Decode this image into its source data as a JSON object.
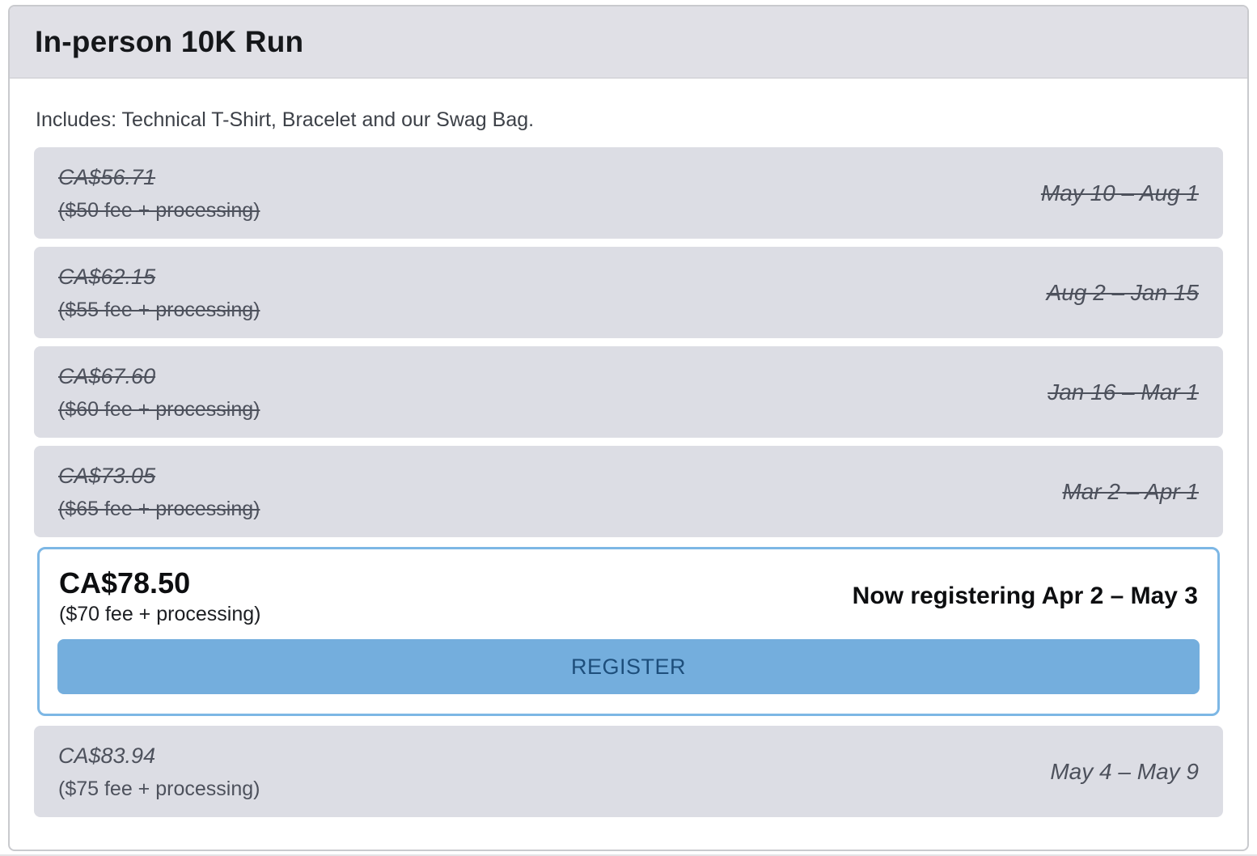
{
  "page": {
    "title": "In-person 10K Run",
    "includes": "Includes: Technical T-Shirt, Bracelet and our Swag Bag."
  },
  "tiers": [
    {
      "price": "CA$56.71",
      "fee": "($50 fee + processing)",
      "dates": "May 10 – Aug 1",
      "status": "past"
    },
    {
      "price": "CA$62.15",
      "fee": "($55 fee + processing)",
      "dates": "Aug 2 – Jan 15",
      "status": "past"
    },
    {
      "price": "CA$67.60",
      "fee": "($60 fee + processing)",
      "dates": "Jan 16 – Mar 1",
      "status": "past"
    },
    {
      "price": "CA$73.05",
      "fee": "($65 fee + processing)",
      "dates": "Mar 2 – Apr 1",
      "status": "past"
    },
    {
      "price": "CA$78.50",
      "fee": "($70 fee + processing)",
      "dates": "Now registering Apr 2 – May 3",
      "status": "current",
      "button_label": "REGISTER"
    },
    {
      "price": "CA$83.94",
      "fee": "($75 fee + processing)",
      "dates": "May 4 – May 9",
      "status": "future"
    }
  ],
  "colors": {
    "accent_border": "#7db7e5",
    "button_bg": "#74aedd",
    "button_text": "#1d4e7b",
    "tier_bg": "#dcdde4",
    "header_bg": "#e0e0e6",
    "card_border": "#c9cace",
    "tier_text": "#4d515c",
    "body_text": "#3d4148",
    "title_text": "#15171a",
    "page_strip": "#e3e3e5"
  }
}
